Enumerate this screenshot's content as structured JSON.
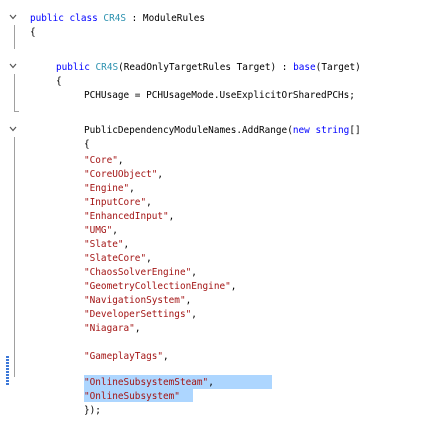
{
  "editor": {
    "lines": [
      {
        "parts": [
          [
            "kw",
            "public"
          ],
          [
            "txt",
            " "
          ],
          [
            "kw",
            "class"
          ],
          [
            "txt",
            " "
          ],
          [
            "type",
            "CR4S"
          ],
          [
            "txt",
            " : ModuleRules"
          ]
        ]
      },
      {
        "parts": [
          [
            "txt",
            "{"
          ]
        ]
      },
      {
        "parts": []
      },
      {
        "parts": [
          [
            "kw",
            "public"
          ],
          [
            "txt",
            " "
          ],
          [
            "type",
            "CR4S"
          ],
          [
            "txt",
            "(ReadOnlyTargetRules Target) : "
          ],
          [
            "kw",
            "base"
          ],
          [
            "txt",
            "(Target)"
          ]
        ]
      },
      {
        "parts": [
          [
            "txt",
            "{"
          ]
        ]
      },
      {
        "parts": [
          [
            "txt",
            "PCHUsage = PCHUsageMode.UseExplicitOrSharedPCHs;"
          ]
        ]
      },
      {
        "parts": []
      },
      {
        "parts": [
          [
            "txt",
            "PublicDependencyModuleNames.AddRange("
          ],
          [
            "kw",
            "new"
          ],
          [
            "txt",
            " "
          ],
          [
            "kw",
            "string"
          ],
          [
            "txt",
            "[]"
          ]
        ]
      },
      {
        "parts": [
          [
            "txt",
            "{"
          ]
        ]
      },
      {
        "parts": [
          [
            "str",
            "\"Core\""
          ],
          [
            "txt",
            ","
          ]
        ]
      },
      {
        "parts": [
          [
            "str",
            "\"CoreUObject\""
          ],
          [
            "txt",
            ","
          ]
        ]
      },
      {
        "parts": [
          [
            "str",
            "\"Engine\""
          ],
          [
            "txt",
            ","
          ]
        ]
      },
      {
        "parts": [
          [
            "str",
            "\"InputCore\""
          ],
          [
            "txt",
            ","
          ]
        ]
      },
      {
        "parts": [
          [
            "str",
            "\"EnhancedInput\""
          ],
          [
            "txt",
            ","
          ]
        ]
      },
      {
        "parts": [
          [
            "str",
            "\"UMG\""
          ],
          [
            "txt",
            ","
          ]
        ]
      },
      {
        "parts": [
          [
            "str",
            "\"Slate\""
          ],
          [
            "txt",
            ","
          ]
        ]
      },
      {
        "parts": [
          [
            "str",
            "\"SlateCore\""
          ],
          [
            "txt",
            ","
          ]
        ]
      },
      {
        "parts": [
          [
            "str",
            "\"ChaosSolverEngine\""
          ],
          [
            "txt",
            ","
          ]
        ]
      },
      {
        "parts": [
          [
            "str",
            "\"GeometryCollectionEngine\""
          ],
          [
            "txt",
            ","
          ]
        ]
      },
      {
        "parts": [
          [
            "str",
            "\"NavigationSystem\""
          ],
          [
            "txt",
            ","
          ]
        ]
      },
      {
        "parts": [
          [
            "str",
            "\"DeveloperSettings\""
          ],
          [
            "txt",
            ","
          ]
        ]
      },
      {
        "parts": [
          [
            "str",
            "\"Niagara\""
          ],
          [
            "txt",
            ","
          ]
        ]
      },
      {
        "parts": [
          [
            "str",
            "\"GameplayTags\""
          ],
          [
            "txt",
            ","
          ]
        ]
      },
      {
        "parts": [
          [
            "str",
            "\"OnlineSubsystemSteam\""
          ],
          [
            "txt",
            ","
          ]
        ]
      },
      {
        "parts": [
          [
            "str",
            "\"OnlineSubsystem\""
          ]
        ]
      },
      {
        "parts": [
          [
            "txt",
            "});"
          ]
        ]
      }
    ],
    "colors": {
      "keyword": "#0000ff",
      "type": "#2b91af",
      "string": "#a31515",
      "selection": "#add6ff",
      "change_marker": "#3c78d8"
    }
  }
}
